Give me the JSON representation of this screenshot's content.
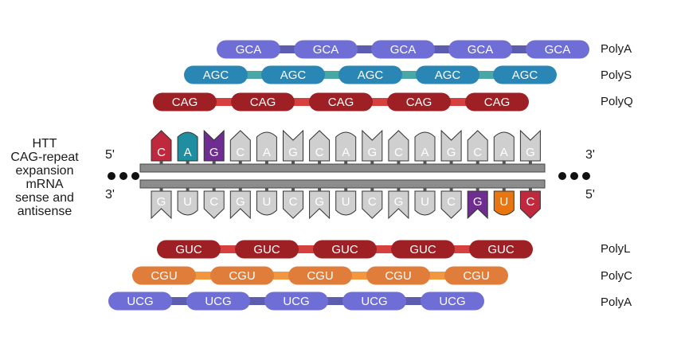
{
  "title_lines": [
    "HTT",
    "CAG-repeat",
    "expansion",
    "mRNA",
    "sense and",
    "antisense"
  ],
  "ends": {
    "top_left": "5'",
    "top_right": "3'",
    "bottom_left": "3'",
    "bottom_right": "5'"
  },
  "tracks_top": [
    {
      "label": "PolyA",
      "codon": "GCA",
      "pill_color": "#6e6ed6",
      "link_color": "#5c5cb0"
    },
    {
      "label": "PolyS",
      "codon": "AGC",
      "pill_color": "#2a86b4",
      "link_color": "#49a7a5"
    },
    {
      "label": "PolyQ",
      "codon": "CAG",
      "pill_color": "#9e1f24",
      "link_color": "#d6403f"
    }
  ],
  "tracks_bottom": [
    {
      "label": "PolyL",
      "codon": "GUC",
      "pill_color": "#9e1f24",
      "link_color": "#d6403f"
    },
    {
      "label": "PolyC",
      "codon": "CGU",
      "pill_color": "#e07d3a",
      "link_color": "#f2963f"
    },
    {
      "label": "PolyA",
      "codon": "UCG",
      "pill_color": "#6e6ed6",
      "link_color": "#5c5cb0"
    }
  ],
  "sense_bases": [
    "C",
    "A",
    "G",
    "C",
    "A",
    "G",
    "C",
    "A",
    "G",
    "C",
    "A",
    "G",
    "C",
    "A",
    "G"
  ],
  "antisense_bases": [
    "G",
    "U",
    "C",
    "G",
    "U",
    "C",
    "G",
    "U",
    "C",
    "G",
    "U",
    "C",
    "G",
    "U",
    "C"
  ],
  "sense_highlight_colors": [
    "#c0283e",
    "#1f8ea0",
    "#6f2c91"
  ],
  "antisense_highlight_colors": [
    "#6f2c91",
    "#e8750f",
    "#c0283e"
  ],
  "base_color_gray": "#cfcfcf"
}
